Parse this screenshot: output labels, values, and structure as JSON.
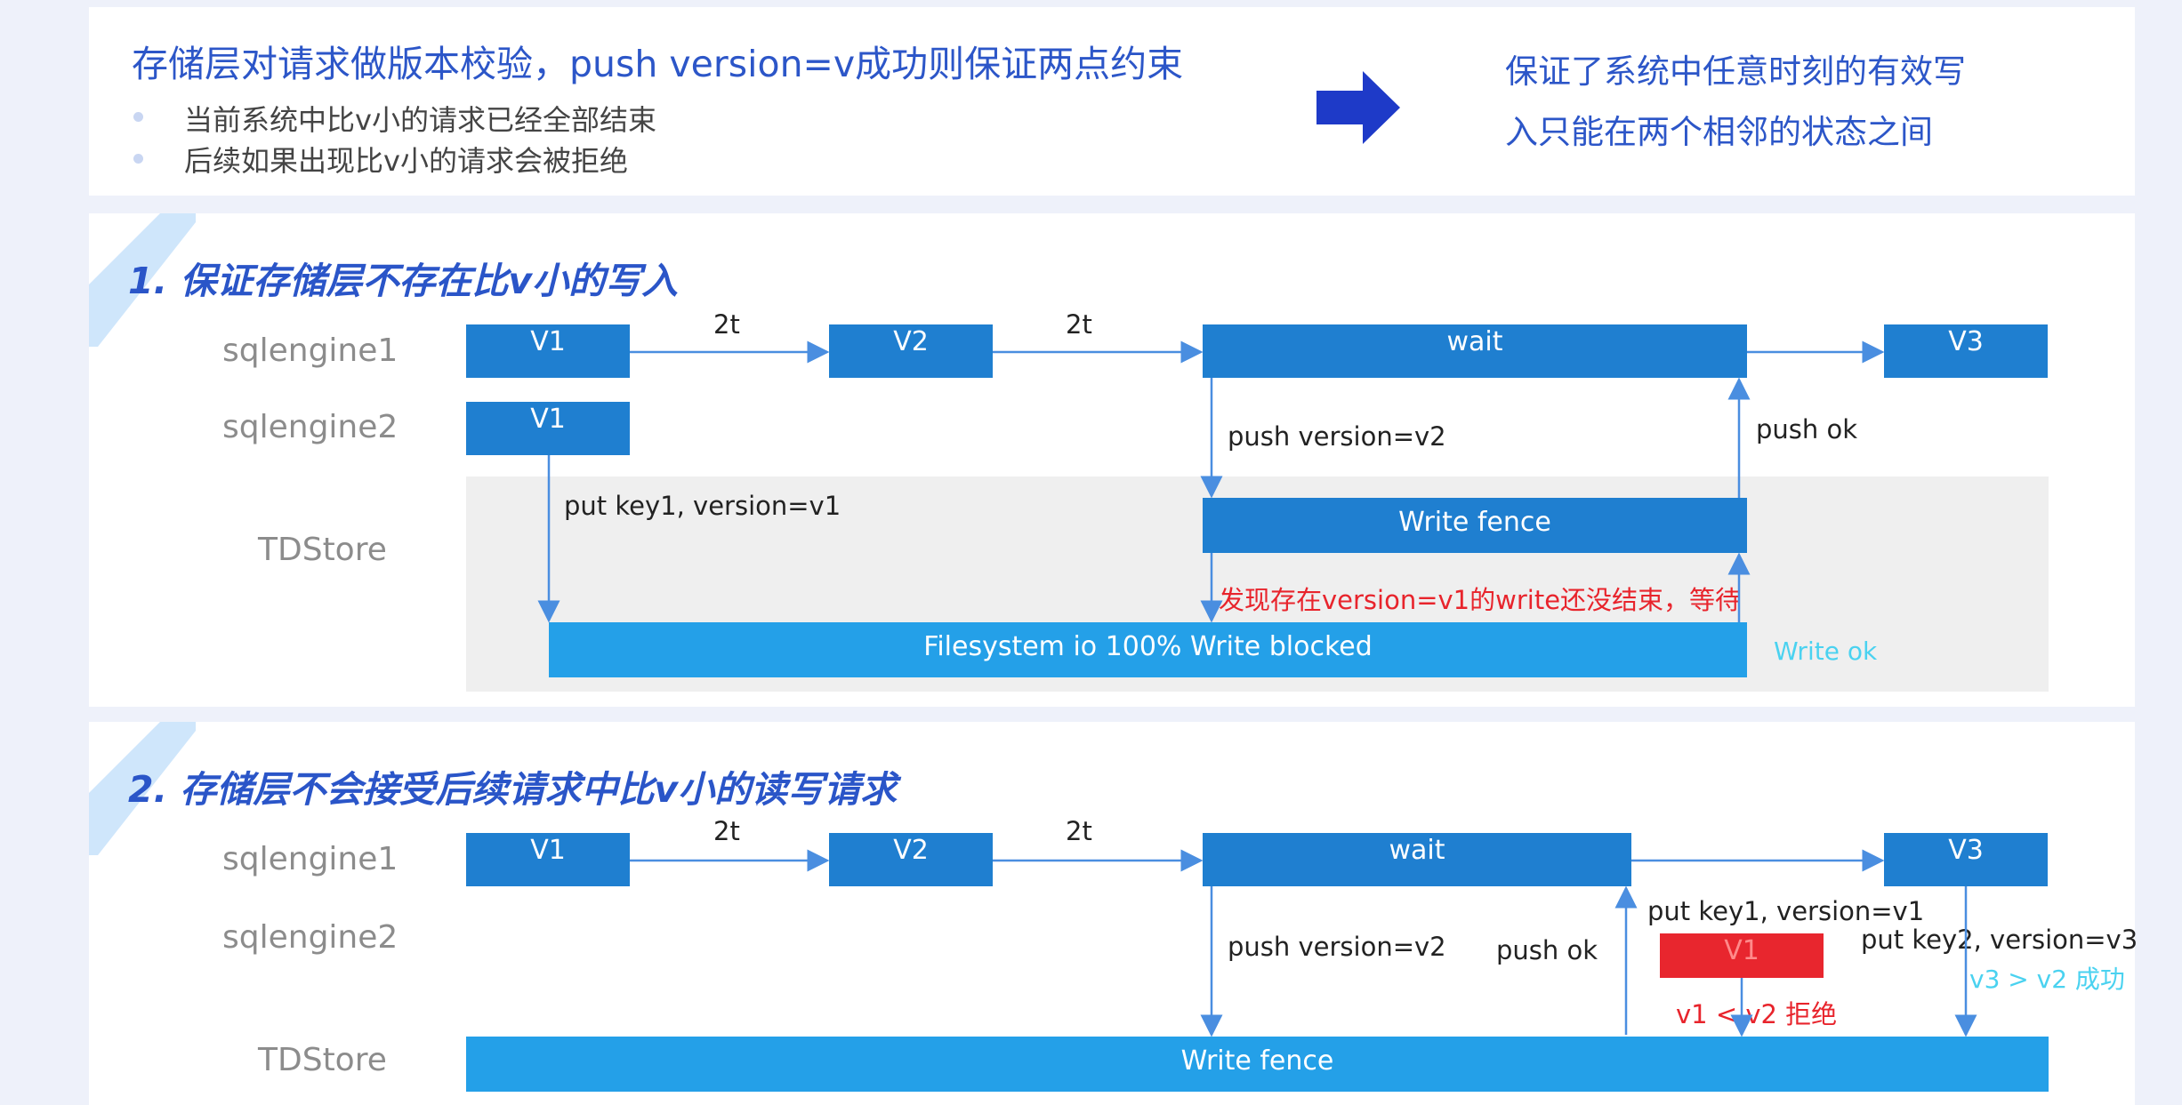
{
  "header": {
    "title": "存储层对请求做版本校验，push version=v成功则保证两点约束",
    "bullets": [
      "当前系统中比v小的请求已经全部结束",
      "后续如果出现比v小的请求会被拒绝"
    ],
    "arrow_icon": "right-arrow-icon",
    "conclusion_line1": "保证了系统中任意时刻的有效写",
    "conclusion_line2": "入只能在两个相邻的状态之间"
  },
  "section1": {
    "title": "1. 保证存储层不存在比v小的写入",
    "rows": [
      "sqlengine1",
      "sqlengine2",
      "TDStore"
    ],
    "boxes": {
      "e1_v1": "V1",
      "e1_v2": "V2",
      "e1_wait": "wait",
      "e1_v3": "V3",
      "e2_v1": "V1",
      "fence": "Write fence",
      "fs": "Filesystem io 100% Write blocked"
    },
    "labels": {
      "t1": "2t",
      "t2": "2t",
      "push_version": "push version=v2",
      "push_ok": "push ok",
      "put_key": "put key1, version=v1",
      "found": "发现存在version=v1的write还没结束，等待",
      "write_ok": "Write ok"
    }
  },
  "section2": {
    "title": "2. 存储层不会接受后续请求中比v小的读写请求",
    "rows": [
      "sqlengine1",
      "sqlengine2",
      "TDStore"
    ],
    "boxes": {
      "e1_v1": "V1",
      "e1_v2": "V2",
      "e1_wait": "wait",
      "e1_v3": "V3",
      "e2_v1": "V1",
      "fence": "Write fence"
    },
    "labels": {
      "t1": "2t",
      "t2": "2t",
      "push_version": "push version=v2",
      "push_ok": "push ok",
      "put_key1": "put key1, version=v1",
      "put_key2": "put key2, version=v3",
      "reject": "v1 < v2 拒绝",
      "success": "v3 > v2 成功"
    }
  },
  "colors": {
    "box": "#1f7fd0",
    "box_light": "#24a0e8",
    "reject_box": "#e8262e",
    "title_blue": "#2c56c8",
    "arrow": "#4a8ee0"
  }
}
